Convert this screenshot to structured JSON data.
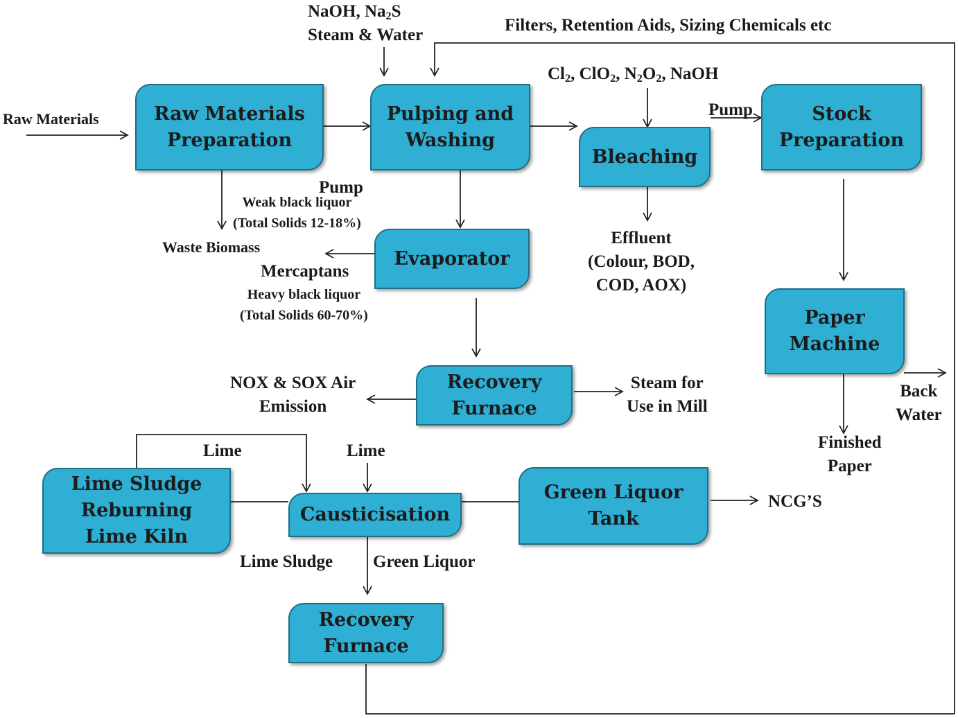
{
  "boxes": {
    "raw_materials_preparation": [
      "Raw Materials",
      "Preparation"
    ],
    "pulping_washing": [
      "Pulping and",
      "Washing"
    ],
    "bleaching": "Bleaching",
    "stock_preparation": [
      "Stock",
      "Preparation"
    ],
    "evaporator": "Evaporator",
    "paper_machine": [
      "Paper",
      "Machine"
    ],
    "recovery_furnace_1": [
      "Recovery",
      "Furnace"
    ],
    "lime_kiln": [
      "Lime Sludge",
      "Reburning",
      "Lime Kiln"
    ],
    "causticisation": "Causticisation",
    "green_liquor_tank": [
      "Green Liquor",
      "Tank"
    ],
    "recovery_furnace_2": [
      "Recovery",
      "Furnace"
    ]
  },
  "labels": {
    "raw_materials_input": "Raw Materials",
    "pulping_inputs": {
      "naoh_prefix": "NaOH,  Na",
      "naoh_sub": "2",
      "naoh_suffix": "S",
      "steam_water": "Steam & Water"
    },
    "additives": "Filters, Retention Aids,  Sizing Chemicals etc",
    "bleach_chemicals": {
      "cl": "Cl",
      "cl_sub": "2",
      "clo": ", ClO",
      "clo_sub": "2",
      "n": ", N",
      "n_sub1": "2",
      "o": "O",
      "n_sub2": "2",
      "naoh": ",  NaOH"
    },
    "pump_stock": "Pump",
    "pump_evap": "Pump",
    "weak_black_liquor": [
      "Weak black liquor",
      "(Total Solids 12-18%)"
    ],
    "waste_biomass": "Waste Biomass",
    "mercaptans": "Mercaptans",
    "heavy_black_liquor": [
      "Heavy black liquor",
      "(Total Solids 60-70%)"
    ],
    "effluent": [
      "Effluent",
      "(Colour, BOD,",
      "COD, AOX)"
    ],
    "air_emission": [
      "NOX & SOX Air",
      "Emission"
    ],
    "steam_for_mill": [
      "Steam for",
      "Use in Mill"
    ],
    "back_water": [
      "Back",
      "Water"
    ],
    "finished_paper": [
      "Finished",
      "Paper"
    ],
    "lime_left": "Lime",
    "lime_right": "Lime",
    "ncgs": "NCG’S",
    "lime_sludge": "Lime Sludge",
    "green_liquor": "Green Liquor"
  }
}
